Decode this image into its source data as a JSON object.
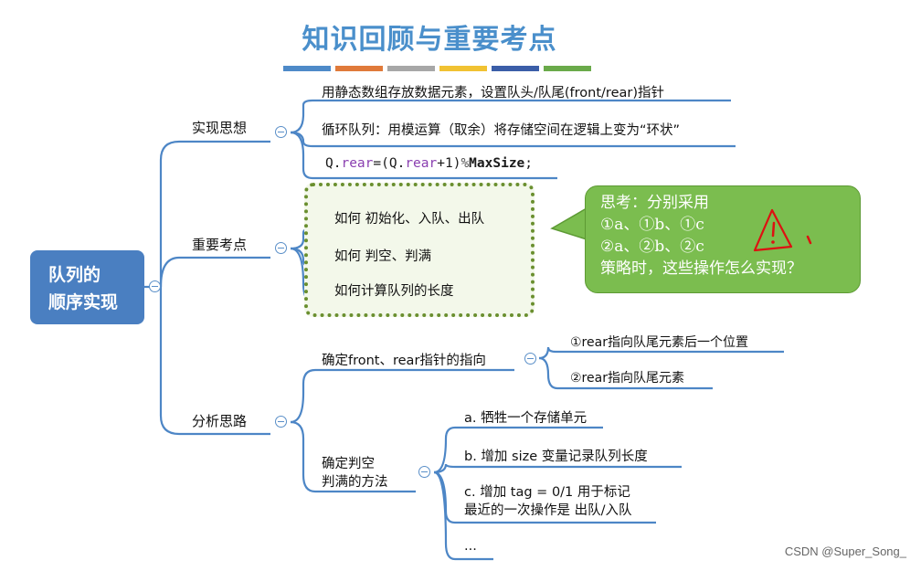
{
  "title": "知识回顾与重要考点",
  "color_bars": [
    "#4e8ac8",
    "#e07a3a",
    "#a7a7a7",
    "#f1c232",
    "#3b5ea8",
    "#6aaa4a"
  ],
  "root": {
    "line1": "队列的",
    "line2": "顺序实现"
  },
  "branches": {
    "impl": {
      "label": "实现思想",
      "items": [
        "用静态数组存放数据元素，设置队头/队尾(front/rear)指针",
        "循环队列：用模运算（取余）将存储空间在逻辑上变为“环状”"
      ],
      "code": {
        "a": "Q.",
        "b": "rear",
        "c": "=(Q.",
        "d": "rear",
        "e": "+1)",
        "f": "%",
        "g": "MaxSize",
        "h": ";"
      }
    },
    "key": {
      "label": "重要考点",
      "items": [
        "如何 初始化、入队、出队",
        "如何 判空、判满",
        "如何计算队列的长度"
      ]
    },
    "analysis": {
      "label": "分析思路",
      "pointer": {
        "label": "确定front、rear指针的指向",
        "options": [
          "①rear指向队尾元素后一个位置",
          "②rear指向队尾元素"
        ]
      },
      "judge": {
        "label_line1": "确定判空",
        "label_line2": "判满的方法",
        "options": [
          "a. 牺牲一个存储单元",
          "b. 增加 size 变量记录队列长度"
        ],
        "option_c_line1": "c. 增加 tag = 0/1 用于标记",
        "option_c_line2": "最近的一次操作是 出队/入队",
        "more": "..."
      }
    }
  },
  "callout": {
    "line1": "思考：分别采用",
    "line2": "①a、①b、①c",
    "line3": "②a、②b、②c",
    "line4": "策略时，这些操作怎么实现？"
  },
  "watermark": "CSDN @Super_Song_"
}
